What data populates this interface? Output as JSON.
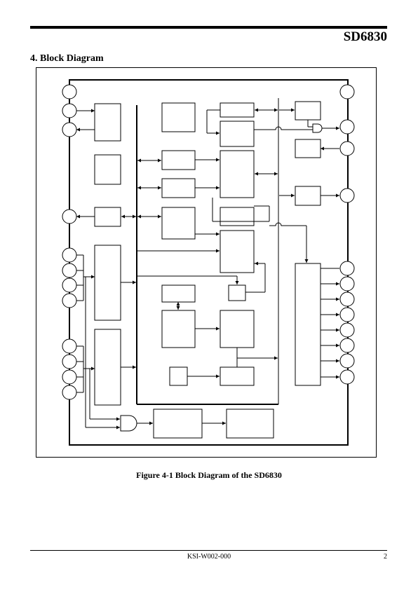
{
  "header": {
    "doc_title": "SD6830",
    "section_heading": "4. Block Diagram"
  },
  "figure": {
    "caption": "Figure 4-1 Block Diagram of the SD6830"
  },
  "footer": {
    "doc_code": "KSI-W002-000",
    "page_number": "2"
  }
}
